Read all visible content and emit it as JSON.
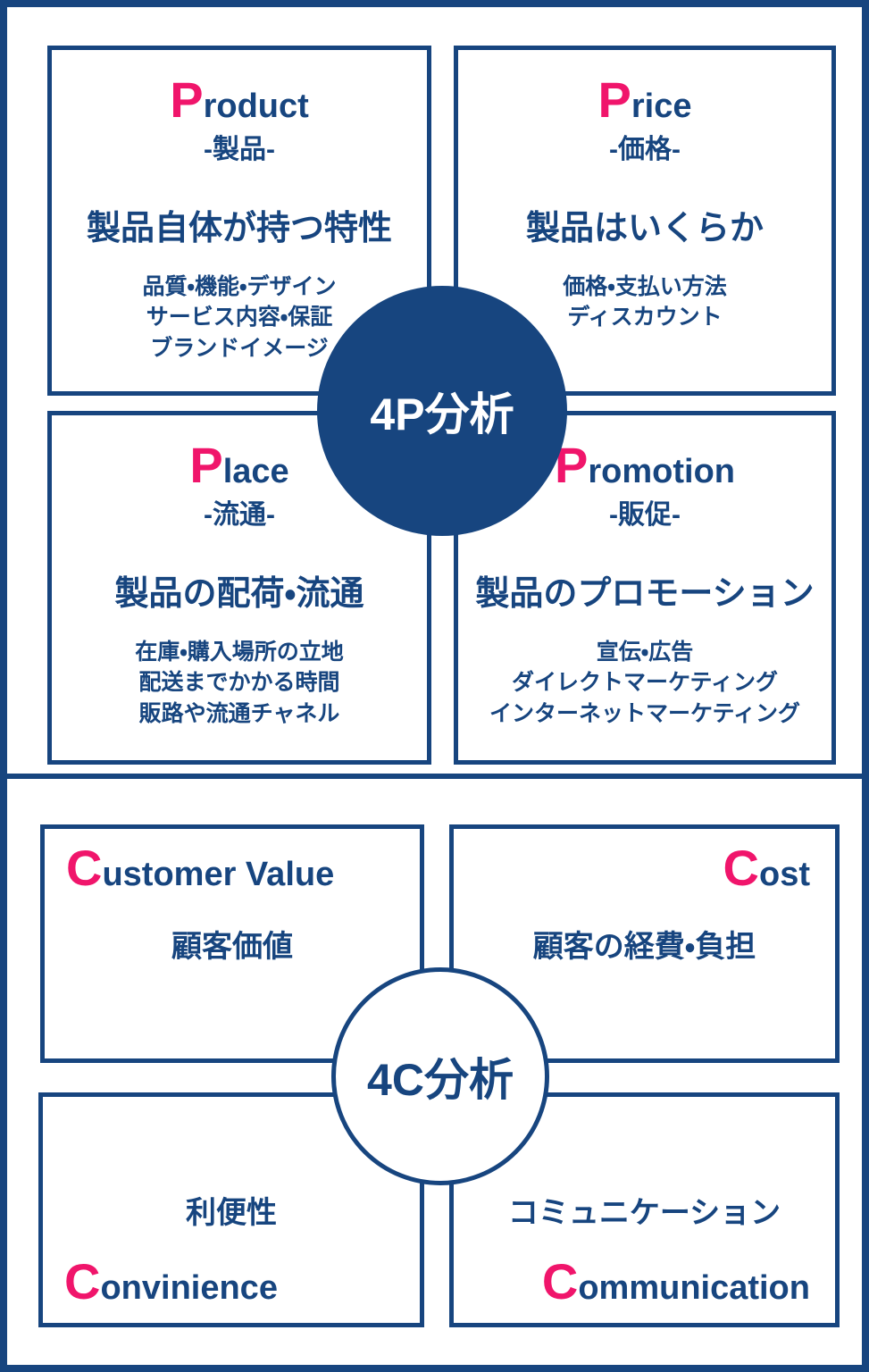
{
  "colors": {
    "primary_blue": "#17457f",
    "accent_pink": "#f0156b",
    "background": "#ffffff"
  },
  "p4": {
    "center_label": "4P分析",
    "quadrants": [
      {
        "initial": "P",
        "rest": "roduct",
        "subtitle": "-製品-",
        "heading": "製品自体が持つ特性",
        "details": [
          "品質・機能・デザイン",
          "サービス内容・保証",
          "ブランドイメージ"
        ]
      },
      {
        "initial": "P",
        "rest": "rice",
        "subtitle": "-価格-",
        "heading": "製品はいくらか",
        "details": [
          "価格・支払い方法",
          "ディスカウント"
        ]
      },
      {
        "initial": "P",
        "rest": "lace",
        "subtitle": "-流通-",
        "heading": "製品の配荷・流通",
        "details": [
          "在庫・購入場所の立地",
          "配送までかかる時間",
          "販路や流通チャネル"
        ]
      },
      {
        "initial": "P",
        "rest": "romotion",
        "subtitle": "-販促-",
        "heading": "製品のプロモーション",
        "details": [
          "宣伝・広告",
          "ダイレクトマーケティング",
          "インターネットマーケティング"
        ]
      }
    ]
  },
  "c4": {
    "center_label": "4C分析",
    "quadrants": [
      {
        "initial": "C",
        "rest": "ustomer Value",
        "label": "顧客価値"
      },
      {
        "initial": "C",
        "rest": "ost",
        "label": "顧客の経費・負担"
      },
      {
        "initial": "C",
        "rest": "onvinience",
        "label": "利便性"
      },
      {
        "initial": "C",
        "rest": "ommunication",
        "label": "コミュニケーション"
      }
    ]
  }
}
